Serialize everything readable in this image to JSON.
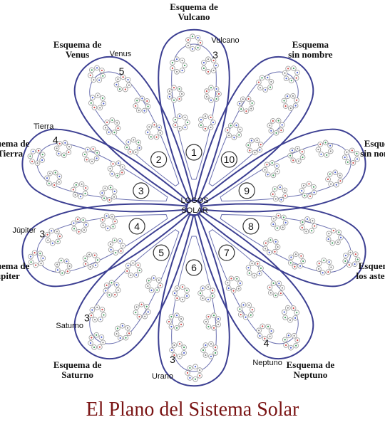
{
  "center": {
    "line1": "LOGOS",
    "line2": "SOLAR"
  },
  "caption": "El Plano del Sistema Solar",
  "colors": {
    "outline": "#3c3f92",
    "caption": "#7a1414",
    "globe_red": "#d04848",
    "globe_green": "#3c9a5a",
    "globe_blue": "#4a5ed0"
  },
  "schemes": [
    {
      "number": "1",
      "label_lines": [
        "Esquema de",
        "Vulcano"
      ],
      "planet": "Vulcano",
      "planet_chain": "3"
    },
    {
      "number": "10",
      "label_lines": [
        "Esquema",
        "sin nombre"
      ],
      "planet": "",
      "planet_chain": ""
    },
    {
      "number": "9",
      "label_lines": [
        "Esquema",
        "sin nombre"
      ],
      "planet": "",
      "planet_chain": ""
    },
    {
      "number": "8",
      "label_lines": [
        "Esquema de",
        "los asteroides"
      ],
      "planet": "",
      "planet_chain": ""
    },
    {
      "number": "7",
      "label_lines": [
        "Esquema de",
        "Neptuno"
      ],
      "planet": "Neptuno",
      "planet_chain": "4"
    },
    {
      "number": "6",
      "label_lines": [
        "Esquema de",
        "Urano"
      ],
      "planet": "Urano",
      "planet_chain": "3"
    },
    {
      "number": "5",
      "label_lines": [
        "Esquema de",
        "Saturno"
      ],
      "planet": "Saturno",
      "planet_chain": "3"
    },
    {
      "number": "4",
      "label_lines": [
        "Esquema de",
        "Júpiter"
      ],
      "planet": "Júpiter",
      "planet_chain": "3"
    },
    {
      "number": "3",
      "label_lines": [
        "Esquema de",
        "la Tierra"
      ],
      "planet": "Tierra",
      "planet_chain": "4"
    },
    {
      "number": "2",
      "label_lines": [
        "Esquema de",
        "Venus"
      ],
      "planet": "Venus",
      "planet_chain": "5"
    }
  ]
}
